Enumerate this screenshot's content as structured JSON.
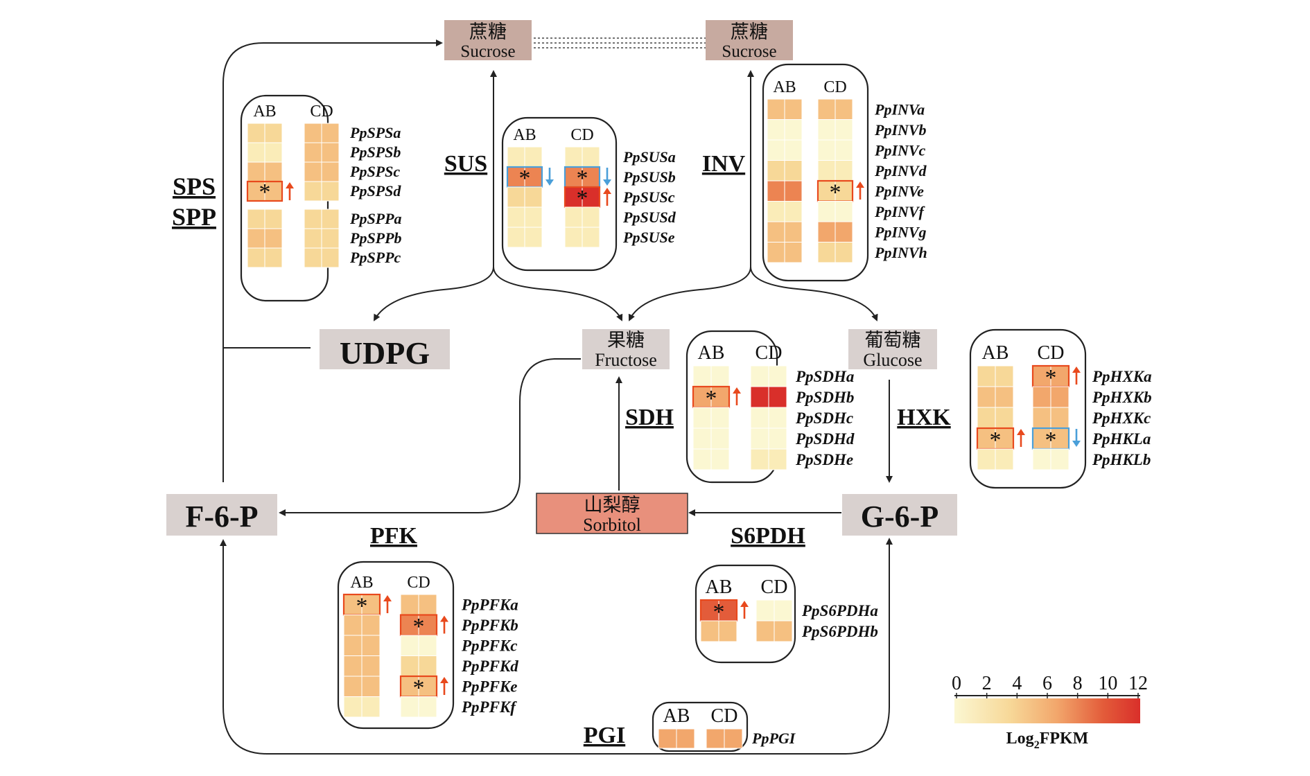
{
  "colors": {
    "node_gray": "#d9d1cf",
    "node_sucrose": "#c7aaa0",
    "node_sorbitol": "#e8907c",
    "line": "#222222",
    "up_arrow": "#e8491d",
    "down_arrow": "#4a9fd9",
    "sig_box_up": "#e8491d",
    "sig_box_down": "#4a9fd9"
  },
  "heat_colors": [
    "#fbf7d2",
    "#faecb8",
    "#f7d898",
    "#f5c081",
    "#f2a76c",
    "#ec8452",
    "#e35c3a",
    "#d92f2a"
  ],
  "nodes": {
    "sucrose_left": {
      "zh": "蔗糖",
      "en": "Sucrose"
    },
    "sucrose_right": {
      "zh": "蔗糖",
      "en": "Sucrose"
    },
    "udpg": {
      "label": "UDPG"
    },
    "fructose": {
      "zh": "果糖",
      "en": "Fructose"
    },
    "glucose": {
      "zh": "葡萄糖",
      "en": "Glucose"
    },
    "f6p": {
      "label": "F-6-P"
    },
    "g6p": {
      "label": "G-6-P"
    },
    "sorbitol": {
      "zh": "山梨醇",
      "en": "Sorbitol"
    }
  },
  "enzymes": {
    "sps": "SPS",
    "spp": "SPP",
    "sus": "SUS",
    "inv": "INV",
    "sdh": "SDH",
    "hxk": "HXK",
    "pfk": "PFK",
    "s6pdh": "S6PDH",
    "pgi": "PGI"
  },
  "col_labels": {
    "ab": "AB",
    "cd": "CD"
  },
  "sig_mark": "*",
  "heatmaps": {
    "sps": {
      "rows": [
        {
          "gene": "PpSPSa",
          "ab": 2,
          "cd": 3,
          "sig": null
        },
        {
          "gene": "PpSPSb",
          "ab": 1,
          "cd": 3,
          "sig": null
        },
        {
          "gene": "PpSPSc",
          "ab": 3,
          "cd": 3,
          "sig": null
        },
        {
          "gene": "PpSPSd",
          "ab": 3,
          "cd": 2,
          "sig": "ab-up"
        },
        {
          "gene": "PpSPPa",
          "ab": 2,
          "cd": 2,
          "sig": null
        },
        {
          "gene": "PpSPPb",
          "ab": 3,
          "cd": 2,
          "sig": null
        },
        {
          "gene": "PpSPPc",
          "ab": 2,
          "cd": 2,
          "sig": null
        }
      ]
    },
    "sus": {
      "rows": [
        {
          "gene": "PpSUSa",
          "ab": 1,
          "cd": 1,
          "sig": null
        },
        {
          "gene": "PpSUSb",
          "ab": 5,
          "cd": 5,
          "sig": "both-down"
        },
        {
          "gene": "PpSUSc",
          "ab": 2,
          "cd": 7,
          "sig": "cd-up"
        },
        {
          "gene": "PpSUSd",
          "ab": 1,
          "cd": 1,
          "sig": null
        },
        {
          "gene": "PpSUSe",
          "ab": 1,
          "cd": 1,
          "sig": null
        }
      ]
    },
    "inv": {
      "rows": [
        {
          "gene": "PpINVa",
          "ab": 3,
          "cd": 3,
          "sig": null
        },
        {
          "gene": "PpINVb",
          "ab": 0,
          "cd": 0,
          "sig": null
        },
        {
          "gene": "PpINVc",
          "ab": 0,
          "cd": 0,
          "sig": null
        },
        {
          "gene": "PpINVd",
          "ab": 2,
          "cd": 1,
          "sig": null
        },
        {
          "gene": "PpINVe",
          "ab": 5,
          "cd": 2,
          "sig": "cd-up"
        },
        {
          "gene": "PpINVf",
          "ab": 1,
          "cd": 0,
          "sig": null
        },
        {
          "gene": "PpINVg",
          "ab": 3,
          "cd": 4,
          "sig": null
        },
        {
          "gene": "PpINVh",
          "ab": 3,
          "cd": 2,
          "sig": null
        }
      ]
    },
    "sdh": {
      "rows": [
        {
          "gene": "PpSDHa",
          "ab": 0,
          "cd": 0,
          "sig": null
        },
        {
          "gene": "PpSDHb",
          "ab": 4,
          "cd": 7,
          "sig": "ab-up"
        },
        {
          "gene": "PpSDHc",
          "ab": 0,
          "cd": 0,
          "sig": null
        },
        {
          "gene": "PpSDHd",
          "ab": 0,
          "cd": 0,
          "sig": null
        },
        {
          "gene": "PpSDHe",
          "ab": 0,
          "cd": 1,
          "sig": null
        }
      ]
    },
    "hxk": {
      "rows": [
        {
          "gene": "PpHXKa",
          "ab": 2,
          "cd": 4,
          "sig": "cd-up"
        },
        {
          "gene": "PpHXKb",
          "ab": 3,
          "cd": 4,
          "sig": null
        },
        {
          "gene": "PpHXKc",
          "ab": 2,
          "cd": 3,
          "sig": null
        },
        {
          "gene": "PpHKLa",
          "ab": 3,
          "cd": 3,
          "sig": "ab-up-cd-down"
        },
        {
          "gene": "PpHKLb",
          "ab": 1,
          "cd": 0,
          "sig": null
        }
      ]
    },
    "pfk": {
      "rows": [
        {
          "gene": "PpPFKa",
          "ab": 3,
          "cd": 3,
          "sig": "ab-up"
        },
        {
          "gene": "PpPFKb",
          "ab": 3,
          "cd": 5,
          "sig": "cd-up"
        },
        {
          "gene": "PpPFKc",
          "ab": 3,
          "cd": 0,
          "sig": null
        },
        {
          "gene": "PpPFKd",
          "ab": 3,
          "cd": 2,
          "sig": null
        },
        {
          "gene": "PpPFKe",
          "ab": 3,
          "cd": 3,
          "sig": "cd-up"
        },
        {
          "gene": "PpPFKf",
          "ab": 1,
          "cd": 0,
          "sig": null
        }
      ]
    },
    "s6pdh": {
      "rows": [
        {
          "gene": "PpS6PDHa",
          "ab": 6,
          "cd": 0,
          "sig": "ab-up"
        },
        {
          "gene": "PpS6PDHb",
          "ab": 3,
          "cd": 3,
          "sig": null
        }
      ]
    },
    "pgi": {
      "rows": [
        {
          "gene": "PpPGI",
          "ab": 4,
          "cd": 4,
          "sig": null
        }
      ]
    }
  },
  "legend": {
    "ticks": [
      "0",
      "2",
      "4",
      "6",
      "8",
      "10",
      "12"
    ],
    "label_main": "Log",
    "label_sub": "2",
    "label_tail": "FPKM"
  }
}
